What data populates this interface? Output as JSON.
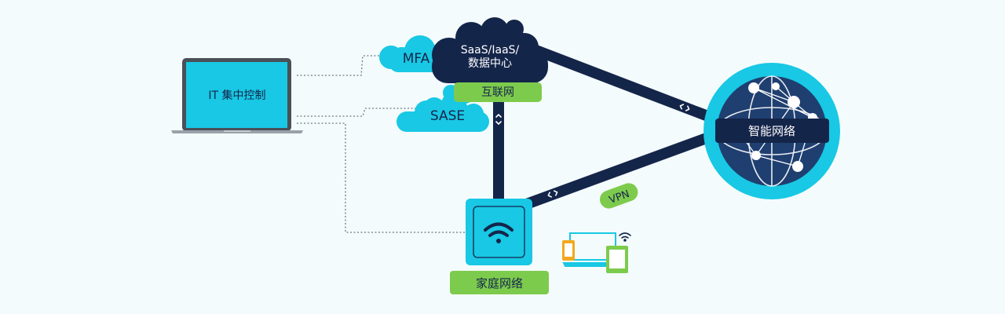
{
  "laptop": {
    "screen_text": "IT 集中控制"
  },
  "cloud": {
    "line1": "SaaS/IaaS/",
    "line2": "数据中心"
  },
  "mfa": {
    "label": "MFA"
  },
  "sase": {
    "label": "SASE"
  },
  "internet": {
    "label": "互联网"
  },
  "intelligent_network": {
    "label": "智能网络"
  },
  "vpn": {
    "label": "VPN"
  },
  "home_network": {
    "label": "家庭网络"
  },
  "colors": {
    "navy": "#14254a",
    "cyan": "#18c8e4",
    "green": "#7dcb4d",
    "background": "#f4fbfc",
    "globe": "#1f3f70",
    "device_orange": "#f2a81d"
  }
}
